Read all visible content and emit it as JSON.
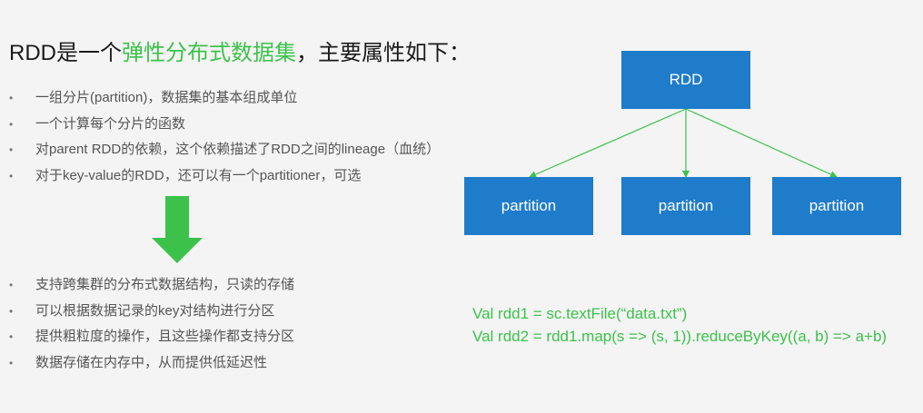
{
  "title": {
    "prefix": "RDD是一个",
    "highlight": "弹性分布式数据集",
    "suffix": "，主要属性如下："
  },
  "bullet_symbol": "•",
  "properties": [
    "一组分片(partition)，数据集的基本组成单位",
    "一个计算每个分片的函数",
    "对parent RDD的依赖，这个依赖描述了RDD之间的lineage（血统）",
    "对于key-value的RDD，还可以有一个partitioner，可选"
  ],
  "features": [
    "支持跨集群的分布式数据结构，只读的存储",
    "可以根据数据记录的key对结构进行分区",
    "提供粗粒度的操作，且这些操作都支持分区",
    "数据存储在内存中，从而提供低延迟性"
  ],
  "diagram": {
    "root": "RDD",
    "children": [
      "partition",
      "partition",
      "partition"
    ]
  },
  "code": [
    "Val  rdd1 = sc.textFile(“data.txt”)",
    "Val  rdd2 = rdd1.map(s => (s, 1)).reduceByKey((a, b) => a+b)"
  ],
  "colors": {
    "accent_green": "#3cc24a",
    "box_blue": "#1f7ccb",
    "background": "#f4f4f4"
  },
  "icons": {
    "big_arrow": "arrow-down-icon"
  }
}
